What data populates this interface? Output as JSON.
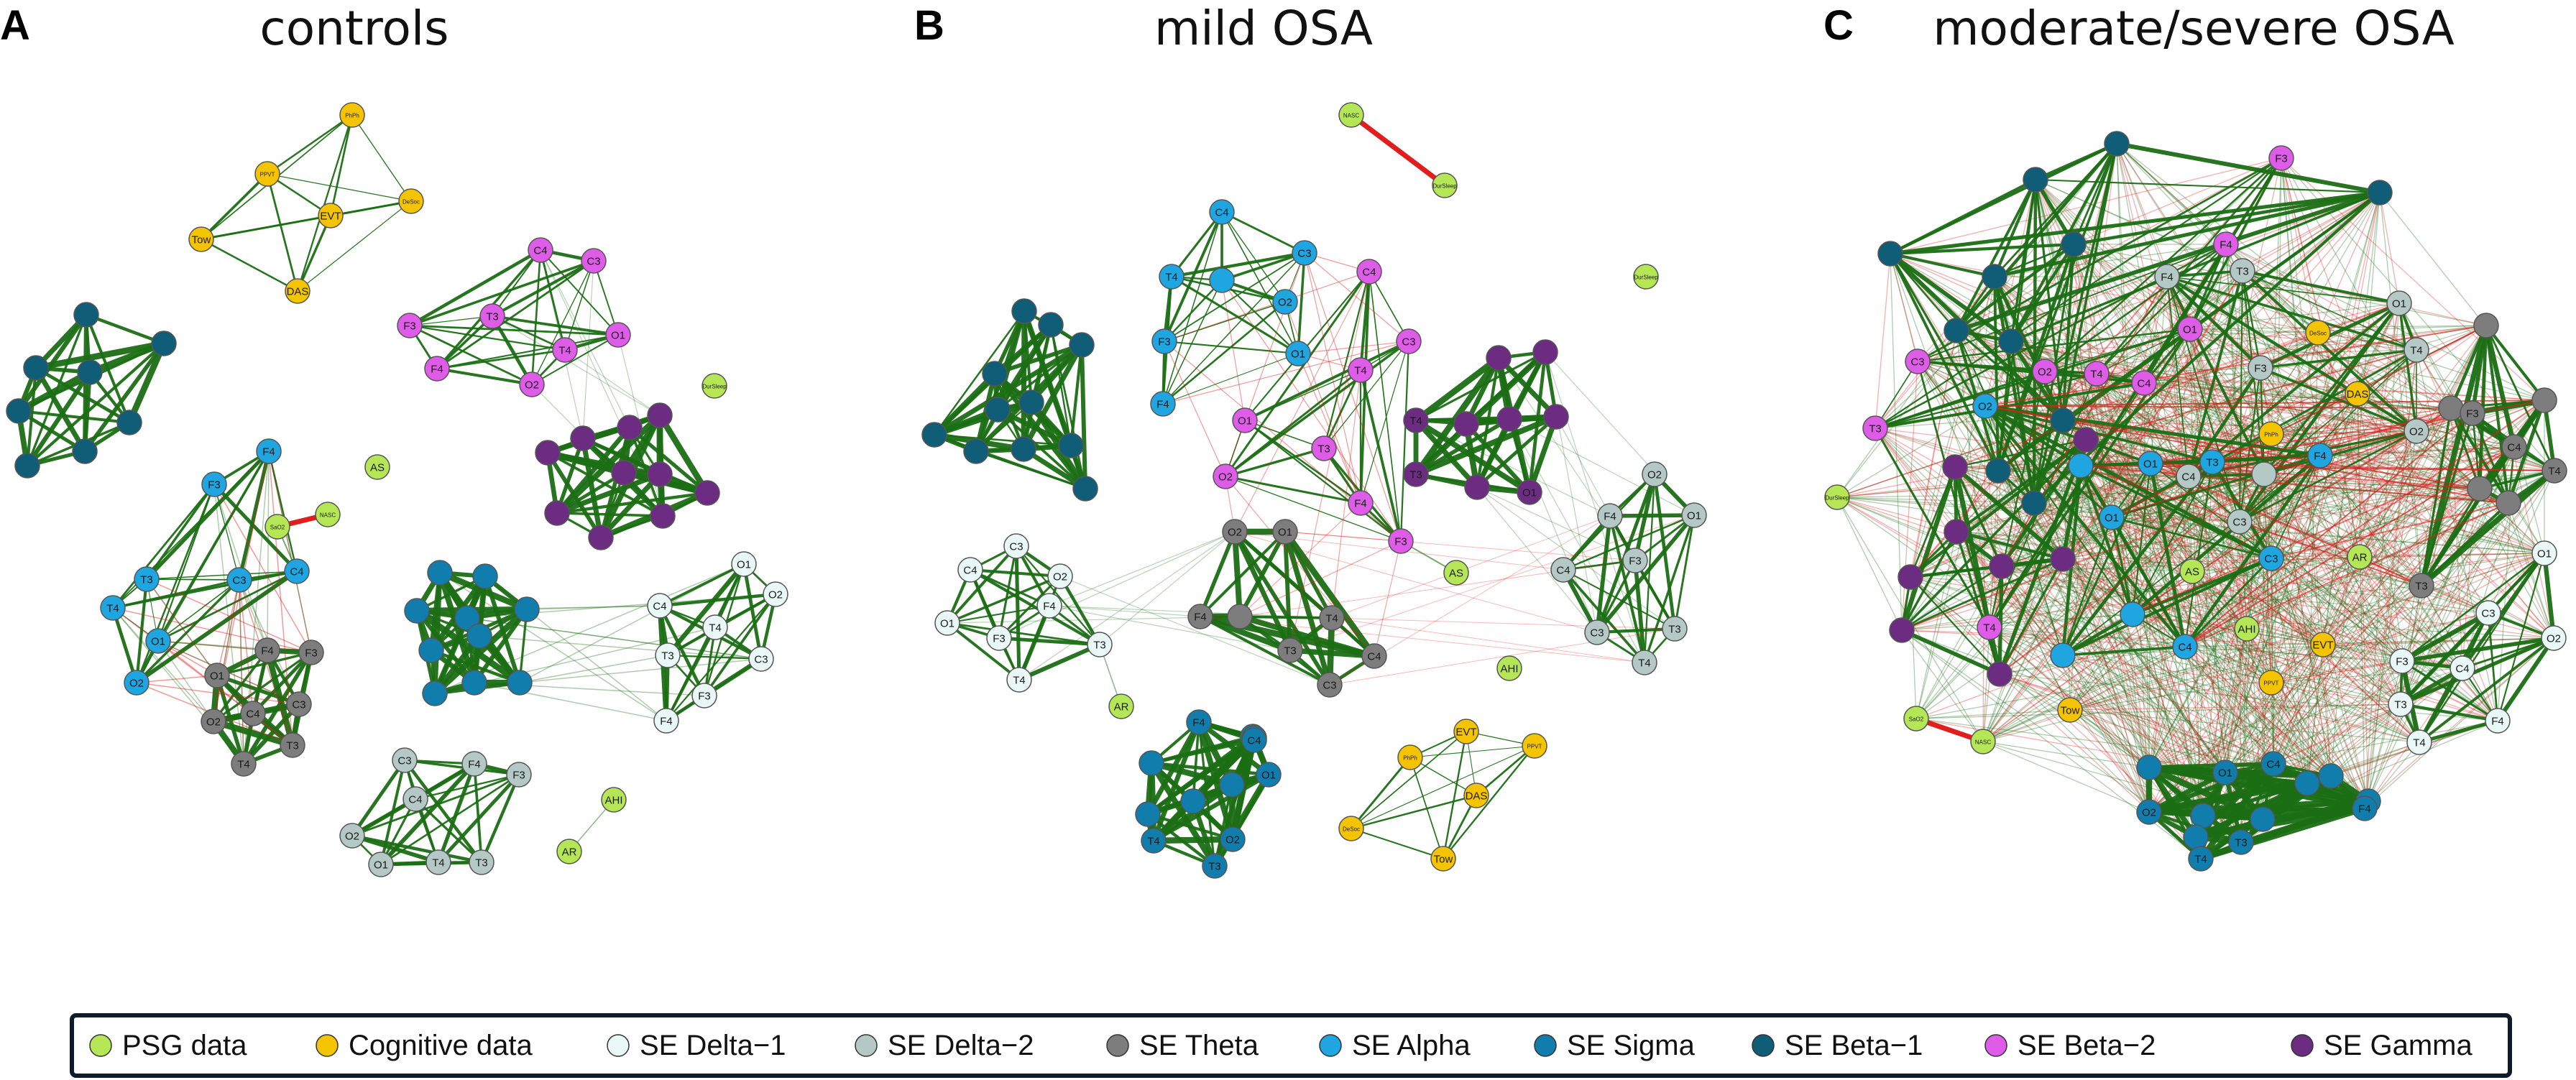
{
  "panels": [
    {
      "letter": "A",
      "title": "controls"
    },
    {
      "letter": "B",
      "title": "mild OSA"
    },
    {
      "letter": "C",
      "title": "moderate/severe OSA"
    }
  ],
  "legend": [
    {
      "label": "PSG data",
      "color": "#b5e655"
    },
    {
      "label": "Cognitive data",
      "color": "#f5c400"
    },
    {
      "label": "SE Delta−1",
      "color": "#e9f7f7"
    },
    {
      "label": "SE Delta−2",
      "color": "#b4c8c6"
    },
    {
      "label": "SE Theta",
      "color": "#7d7d7d"
    },
    {
      "label": "SE Alpha",
      "color": "#1fa5e0"
    },
    {
      "label": "SE Sigma",
      "color": "#117dad"
    },
    {
      "label": "SE Beta−1",
      "color": "#0f5d77"
    },
    {
      "label": "SE Beta−2",
      "color": "#df5ce8"
    },
    {
      "label": "SE Gamma",
      "color": "#6c2c82"
    }
  ],
  "edge_colors": {
    "positive": "#1b6e14",
    "negative": "#e01e1e"
  }
}
